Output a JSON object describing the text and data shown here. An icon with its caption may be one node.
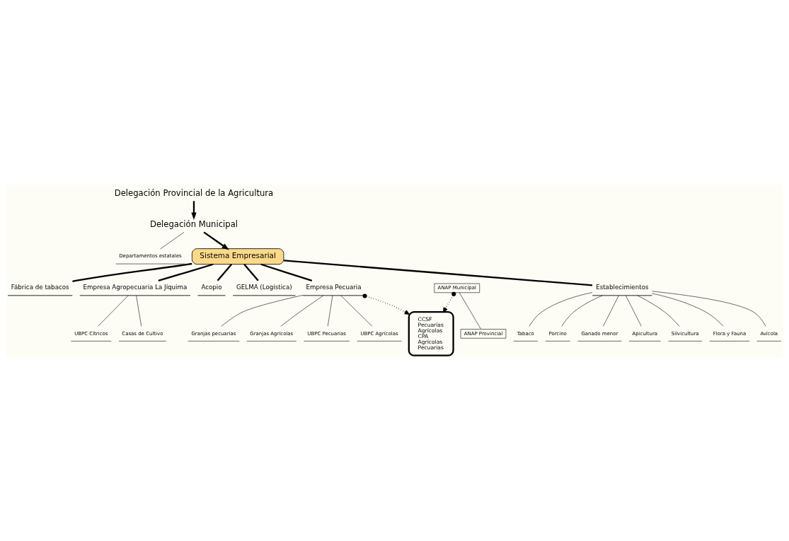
{
  "diagram": {
    "nodes": [
      {
        "text": [
          "Delegación Provincial de la Agricultura"
        ]
      },
      {
        "text": [
          "Departamentos estatales"
        ]
      },
      {
        "text": [
          "Delegación Municipal"
        ]
      },
      {
        "text": [
          "Fábrica de tabacos"
        ]
      },
      {
        "text": [
          "UBPC Cítricos"
        ]
      },
      {
        "text": [
          "Empresa Agropecuaria La Jíquima"
        ]
      },
      {
        "text": [
          "Casas de Cultivo"
        ]
      },
      {
        "text": [
          "Acopio"
        ]
      },
      {
        "text": [
          "GELMA (Logística)"
        ]
      },
      {
        "text": [
          "Sistema Empresarial"
        ]
      },
      {
        "text": [
          "Tabaco"
        ]
      },
      {
        "text": [
          "Porcino"
        ]
      },
      {
        "text": [
          "Ganado menor"
        ]
      },
      {
        "text": [
          "Granjas pecuarias"
        ]
      },
      {
        "text": [
          "Granjas Agrícolas"
        ]
      },
      {
        "text": [
          "Empresa Pecuaria"
        ]
      },
      {
        "text": [
          "Establecimientos"
        ]
      },
      {
        "text": [
          "UBPC Pecuarias"
        ]
      },
      {
        "text": [
          "Apicultura"
        ]
      },
      {
        "text": [
          "UBPC Agrícolas"
        ]
      },
      {
        "text": [
          "Silvicultura"
        ]
      },
      {
        "text": [
          "CCSF",
          "Pecuarias",
          "Agrícolas",
          "CPA",
          "Agrícolas",
          "Pecuarias"
        ]
      },
      {
        "text": [
          "Flora y Fauna"
        ]
      },
      {
        "text": [
          "Avícola"
        ]
      },
      {
        "text": [
          "ANAP Municipal"
        ]
      },
      {
        "text": [
          "ANAP Provincial"
        ]
      }
    ],
    "edges": [
      {
        "from": 0,
        "to": 2,
        "arrow": "to",
        "style": "thick"
      },
      {
        "from": 2,
        "to": 1,
        "arrow": "none"
      },
      {
        "from": 2,
        "to": 9,
        "arrow": "to",
        "style": "thick"
      },
      {
        "from": 9,
        "to": 3,
        "arrow": "none",
        "style": "thick"
      },
      {
        "from": 9,
        "to": 5,
        "arrow": "none",
        "style": "thick"
      },
      {
        "from": 9,
        "to": 7,
        "arrow": "none",
        "style": "thick"
      },
      {
        "from": 9,
        "to": 8,
        "arrow": "none",
        "style": "thick"
      },
      {
        "from": 9,
        "to": 15,
        "arrow": "none",
        "style": "thick"
      },
      {
        "from": 9,
        "to": 16,
        "arrow": "none",
        "style": "thick"
      },
      {
        "from": 5,
        "to": 4,
        "arrow": "none"
      },
      {
        "from": 5,
        "to": 6,
        "arrow": "none"
      },
      {
        "from": 15,
        "to": 13,
        "arrow": "none"
      },
      {
        "from": 15,
        "to": 14,
        "arrow": "none"
      },
      {
        "from": 15,
        "to": 17,
        "arrow": "none"
      },
      {
        "from": 15,
        "to": 19,
        "arrow": "none"
      },
      {
        "from": 16,
        "to": 10,
        "arrow": "none"
      },
      {
        "from": 16,
        "to": 11,
        "arrow": "none"
      },
      {
        "from": 16,
        "to": 12,
        "arrow": "none"
      },
      {
        "from": 16,
        "to": 18,
        "arrow": "none"
      },
      {
        "from": 16,
        "to": 20,
        "arrow": "none"
      },
      {
        "from": 16,
        "to": 22,
        "arrow": "none"
      },
      {
        "from": 16,
        "to": 23,
        "arrow": "none"
      },
      {
        "from": 15,
        "to": 21,
        "arrow": "to",
        "style": "dashed"
      },
      {
        "from": 24,
        "to": 21,
        "arrow": "to",
        "style": "dashed"
      },
      {
        "from": 24,
        "to": 25,
        "arrow": "none"
      }
    ]
  }
}
